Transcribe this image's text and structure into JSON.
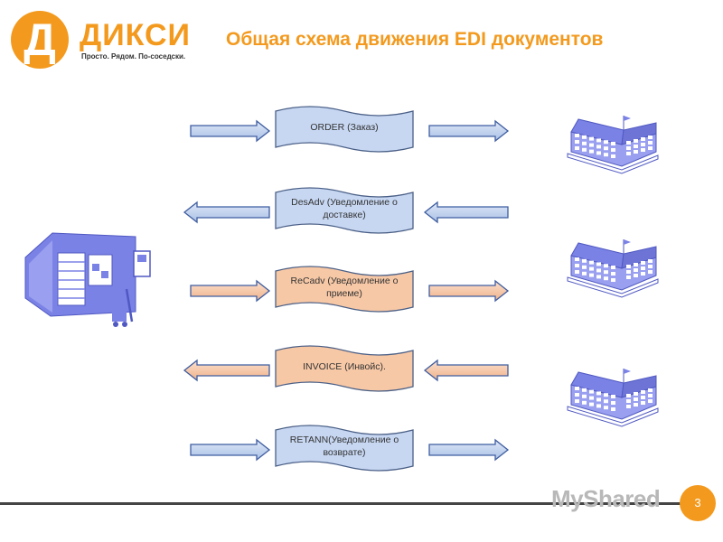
{
  "header": {
    "logo_letter": "Д",
    "brand_name": "ДИКСИ",
    "brand_tagline": "Просто. Рядом. По-соседски.",
    "title": "Общая схема движения EDI документов"
  },
  "documents": [
    {
      "label": "ORDER (Заказ)",
      "direction": "right",
      "color": "blue"
    },
    {
      "label": "DesAdv (Уведомление о доставке)",
      "direction": "left",
      "color": "blue"
    },
    {
      "label": "ReCadv (Уведомление о приеме)",
      "direction": "right",
      "color": "orange"
    },
    {
      "label": "INVOICE (Инвойс).",
      "direction": "left",
      "color": "orange"
    },
    {
      "label": "RETANN(Уведомление о возврате)",
      "direction": "right",
      "color": "blue"
    }
  ],
  "colors": {
    "brand_orange": "#f39a1e",
    "doc_blue_fill": "#c7d7f2",
    "doc_orange_fill": "#f7c8a6",
    "doc_stroke": "#4a5f86",
    "building": "#7b82e6"
  },
  "icons": {
    "left": "warehouse-icon",
    "right": [
      "office-building-icon",
      "office-building-icon",
      "office-building-icon"
    ]
  },
  "footer": {
    "watermark": "MyShared",
    "page_number": "3"
  }
}
